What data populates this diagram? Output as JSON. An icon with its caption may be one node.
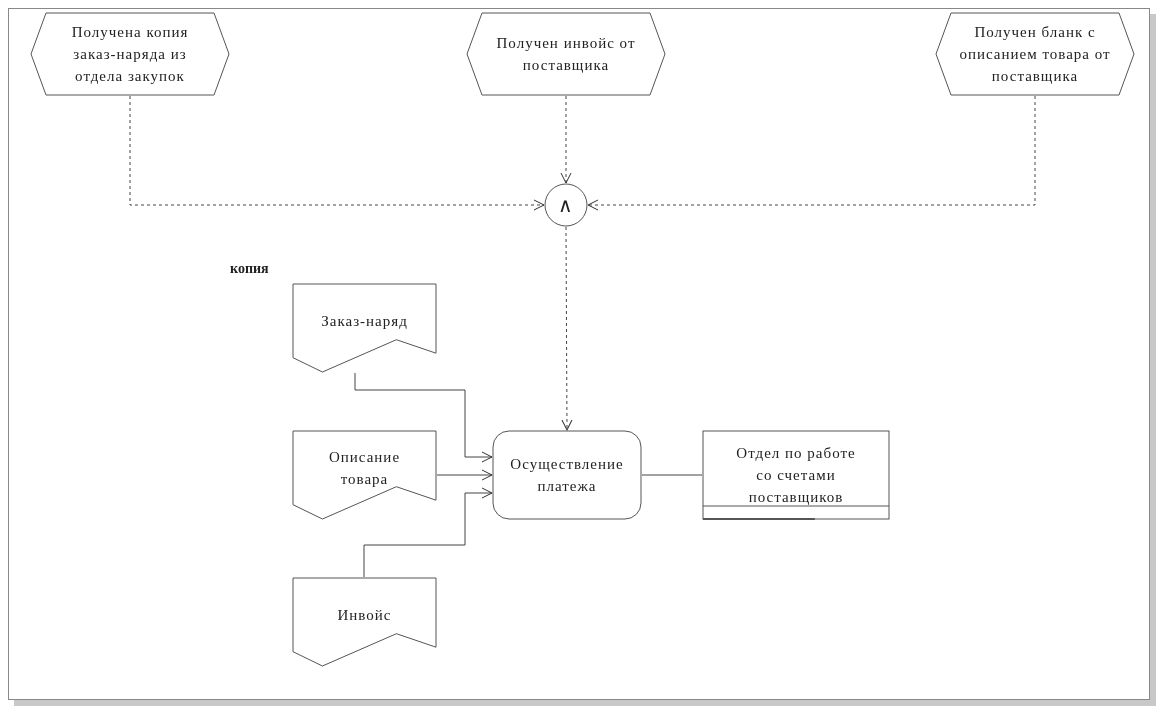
{
  "diagram": {
    "nodes": [
      {
        "text": [
          "Получена копия заказ-наряда из отдела закупок"
        ]
      },
      {
        "text": [
          "Получен инвойс от поставщика"
        ]
      },
      {
        "text": [
          "Получен бланк с описанием товара от поставщика"
        ]
      },
      {
        "text": [
          "∧"
        ]
      },
      {
        "text": [
          "Заказ-наряд"
        ],
        "beside": [
          "копия"
        ]
      },
      {
        "text": [
          "Описание товара"
        ]
      },
      {
        "text": [
          "Инвойс"
        ]
      },
      {
        "text": [
          "Осуществление платежа"
        ]
      },
      {
        "text": [
          "Отдел по работе со счетами поставщиков"
        ]
      }
    ],
    "edges": [
      {
        "from": 0,
        "to": 3,
        "arrow": "to",
        "style": "dashed"
      },
      {
        "from": 1,
        "to": 3,
        "arrow": "to",
        "style": "dashed"
      },
      {
        "from": 2,
        "to": 3,
        "arrow": "to",
        "style": "dashed"
      },
      {
        "from": 3,
        "to": 7,
        "arrow": "to",
        "style": "dashed"
      },
      {
        "from": 4,
        "to": 7,
        "arrow": "to"
      },
      {
        "from": 5,
        "to": 7,
        "arrow": "to"
      },
      {
        "from": 6,
        "to": 7,
        "arrow": "to"
      },
      {
        "from": 7,
        "to": 8,
        "arrow": "none"
      }
    ]
  }
}
